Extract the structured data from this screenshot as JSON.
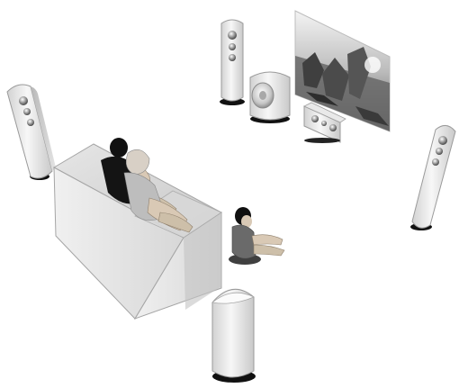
{
  "scene": {
    "palette": {
      "background": "#ffffff",
      "speaker_light": "#f2f2f2",
      "speaker_mid": "#d9d9d9",
      "speaker_dark": "#8a8a8a",
      "speaker_base": "#111111",
      "sofa_top": "#d6d6d6",
      "sofa_front": "#ececec",
      "sofa_side": "#bdbdbd",
      "person_skin": "#d9c9b5",
      "person_hair": "#111111",
      "person_shirt": "#9a9a9a",
      "screen_sky": "#e6e6e6",
      "screen_ground": "#6f6f6f"
    },
    "objects": [
      "screen",
      "front-left-speaker",
      "subwoofer",
      "center-speaker",
      "left-surround-speaker",
      "right-surround-speaker",
      "rear-speaker",
      "sofa",
      "adult-man",
      "adult-woman",
      "child-sitting-on-floor"
    ]
  }
}
